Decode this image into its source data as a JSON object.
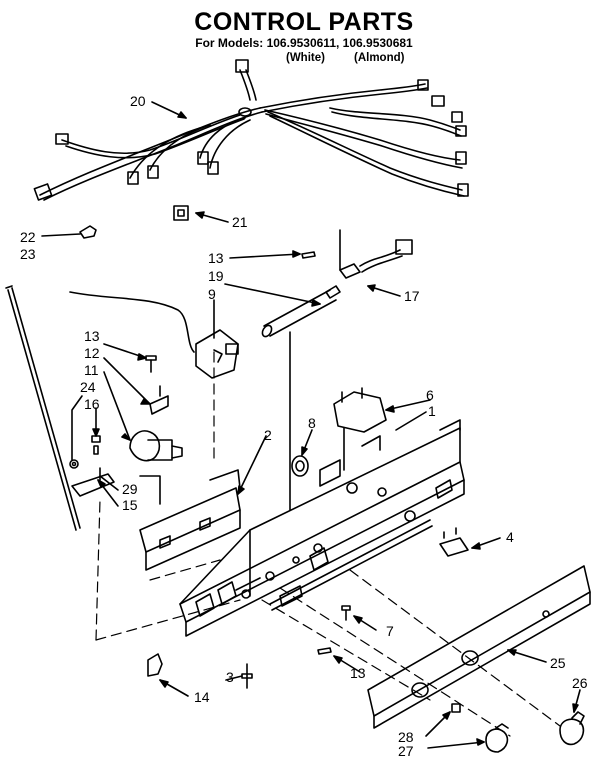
{
  "header": {
    "title": "CONTROL PARTS",
    "models_line": "For Models: 106.9530611, 106.9530681",
    "variant_white": "(White)",
    "variant_almond": "(Almond)"
  },
  "callouts": [
    {
      "id": "c20",
      "label": "20"
    },
    {
      "id": "c21",
      "label": "21"
    },
    {
      "id": "c22",
      "label": "22"
    },
    {
      "id": "c23",
      "label": "23"
    },
    {
      "id": "c13a",
      "label": "13"
    },
    {
      "id": "c19",
      "label": "19"
    },
    {
      "id": "c9",
      "label": "9"
    },
    {
      "id": "c17",
      "label": "17"
    },
    {
      "id": "c13b",
      "label": "13"
    },
    {
      "id": "c12",
      "label": "12"
    },
    {
      "id": "c11",
      "label": "11"
    },
    {
      "id": "c24",
      "label": "24"
    },
    {
      "id": "c16",
      "label": "16"
    },
    {
      "id": "c6",
      "label": "6"
    },
    {
      "id": "c1",
      "label": "1"
    },
    {
      "id": "c8",
      "label": "8"
    },
    {
      "id": "c2",
      "label": "2"
    },
    {
      "id": "c29",
      "label": "29"
    },
    {
      "id": "c15",
      "label": "15"
    },
    {
      "id": "c4",
      "label": "4"
    },
    {
      "id": "c7",
      "label": "7"
    },
    {
      "id": "c13c",
      "label": "13"
    },
    {
      "id": "c3",
      "label": "3"
    },
    {
      "id": "c14",
      "label": "14"
    },
    {
      "id": "c25",
      "label": "25"
    },
    {
      "id": "c26",
      "label": "26"
    },
    {
      "id": "c28",
      "label": "28"
    },
    {
      "id": "c27",
      "label": "27"
    }
  ]
}
